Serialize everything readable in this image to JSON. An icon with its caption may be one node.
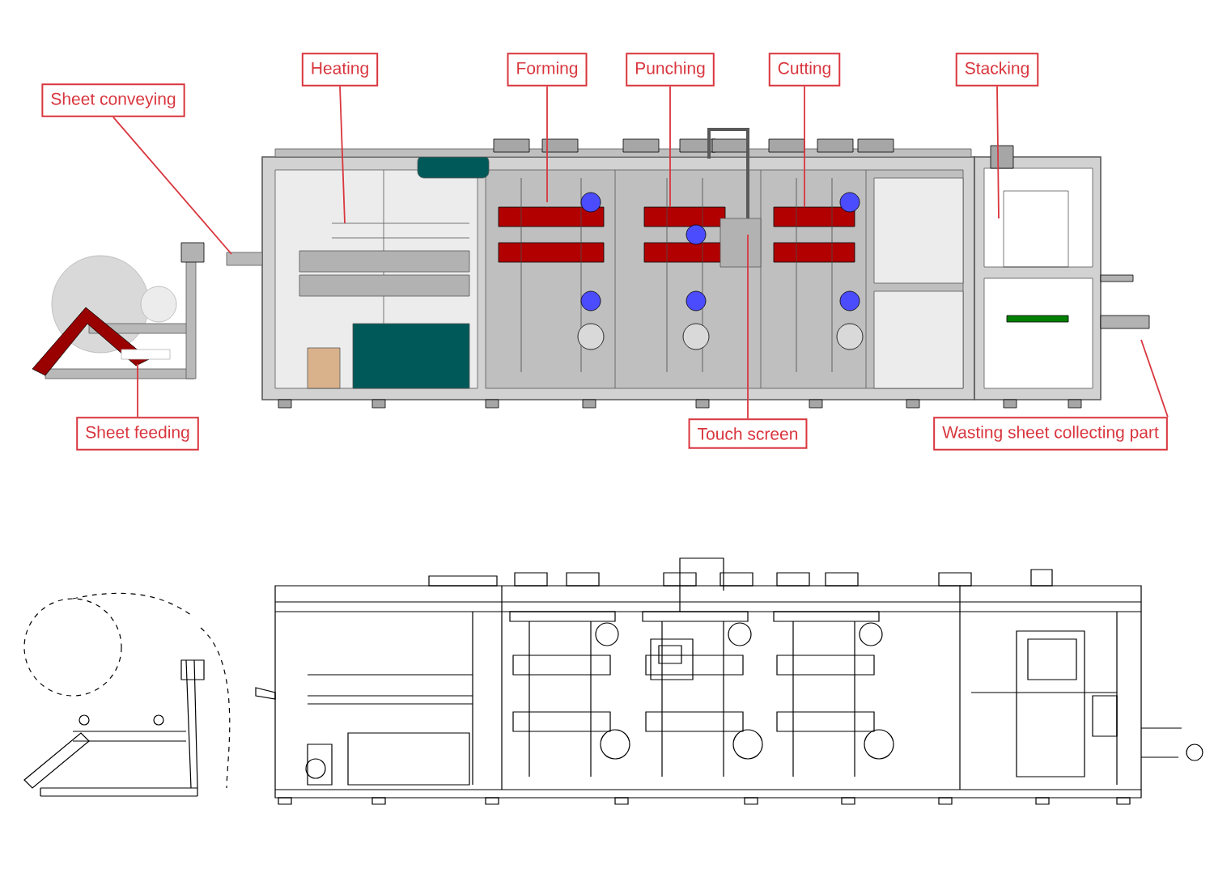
{
  "diagram": {
    "nodes": [
      {
        "text": [
          "Sheet conveying"
        ]
      },
      {
        "text": [
          "Heating"
        ]
      },
      {
        "text": [
          "Forming"
        ]
      },
      {
        "text": [
          "Punching"
        ]
      },
      {
        "text": [
          "Cutting"
        ]
      },
      {
        "text": [
          "Stacking"
        ]
      },
      {
        "text": [
          "Sheet feeding"
        ]
      },
      {
        "text": [
          "Touch screen"
        ]
      },
      {
        "text": [
          "Wasting sheet collecting part"
        ]
      }
    ],
    "edges": [
      {
        "from": 0,
        "to": null,
        "arrow": "none"
      },
      {
        "from": 1,
        "to": null,
        "arrow": "none"
      },
      {
        "from": 2,
        "to": null,
        "arrow": "none"
      },
      {
        "from": 3,
        "to": null,
        "arrow": "none"
      },
      {
        "from": 4,
        "to": null,
        "arrow": "none"
      },
      {
        "from": 5,
        "to": null,
        "arrow": "none"
      },
      {
        "from": 6,
        "to": null,
        "arrow": "none"
      },
      {
        "from": 7,
        "to": null,
        "arrow": "none"
      },
      {
        "from": 8,
        "to": null,
        "arrow": "none"
      }
    ]
  }
}
